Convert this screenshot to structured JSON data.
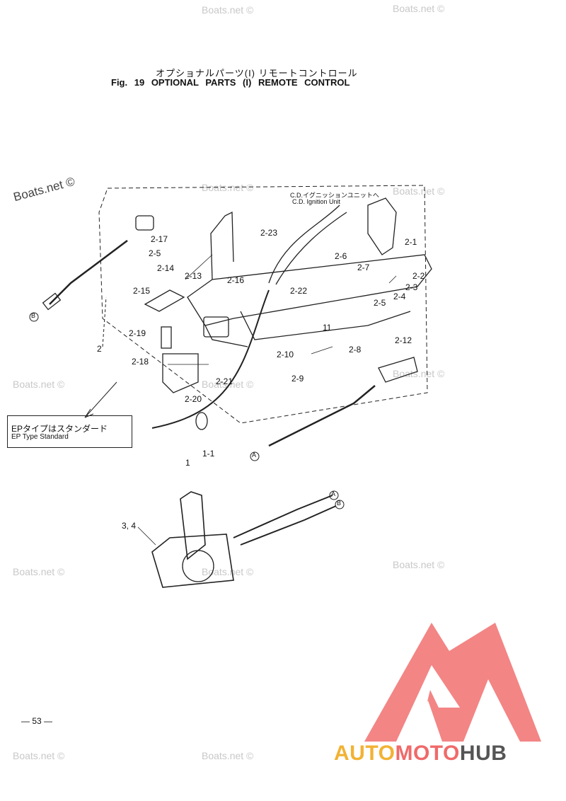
{
  "header": {
    "title_jp": "オプショナルパーツ(I) リモートコントロール",
    "fig_label": "Fig. 19",
    "title_en": "OPTIONAL PARTS (I) REMOTE CONTROL"
  },
  "annotations": {
    "cdi_jp": "C.D.イグニッションユニットへ",
    "cdi_en": "C.D. Ignition Unit"
  },
  "callouts": [
    {
      "id": "c-2-17",
      "text": "2-17"
    },
    {
      "id": "c-2-5a",
      "text": "2-5"
    },
    {
      "id": "c-2-14",
      "text": "2-14"
    },
    {
      "id": "c-2-13",
      "text": "2-13"
    },
    {
      "id": "c-2-15",
      "text": "2-15"
    },
    {
      "id": "c-2-16",
      "text": "2-16"
    },
    {
      "id": "c-2-23",
      "text": "2-23"
    },
    {
      "id": "c-2-22",
      "text": "2-22"
    },
    {
      "id": "c-2-1",
      "text": "2-1"
    },
    {
      "id": "c-2-6",
      "text": "2-6"
    },
    {
      "id": "c-2-7",
      "text": "2-7"
    },
    {
      "id": "c-2-2",
      "text": "2-2"
    },
    {
      "id": "c-2-3",
      "text": "2-3"
    },
    {
      "id": "c-2-4",
      "text": "2-4"
    },
    {
      "id": "c-2-5b",
      "text": "2-5"
    },
    {
      "id": "c-11",
      "text": "11"
    },
    {
      "id": "c-2-12",
      "text": "2-12"
    },
    {
      "id": "c-2-8",
      "text": "2-8"
    },
    {
      "id": "c-2-10",
      "text": "2-10"
    },
    {
      "id": "c-2-9",
      "text": "2-9"
    },
    {
      "id": "c-2-19",
      "text": "2-19"
    },
    {
      "id": "c-2",
      "text": "2"
    },
    {
      "id": "c-2-18",
      "text": "2-18"
    },
    {
      "id": "c-2-21",
      "text": "2-21"
    },
    {
      "id": "c-2-20",
      "text": "2-20"
    },
    {
      "id": "c-1-1",
      "text": "1-1"
    },
    {
      "id": "c-1",
      "text": "1"
    },
    {
      "id": "c-3-4",
      "text": "3, 4"
    },
    {
      "id": "c-B1",
      "text": "B"
    },
    {
      "id": "c-A1",
      "text": "A"
    },
    {
      "id": "c-A2",
      "text": "A"
    },
    {
      "id": "c-B2",
      "text": "B"
    }
  ],
  "ep_note": {
    "jp": "EPタイプはスタンダード",
    "en": "EP Type Standard"
  },
  "page_number": "— 53 —",
  "watermark": "Boats.net ©",
  "brand": {
    "part1": "AUTO",
    "part2": "MOTO",
    "part3": "HUB",
    "color1": "#f2b233",
    "color2": "#f06a6a",
    "color3": "#555555"
  }
}
